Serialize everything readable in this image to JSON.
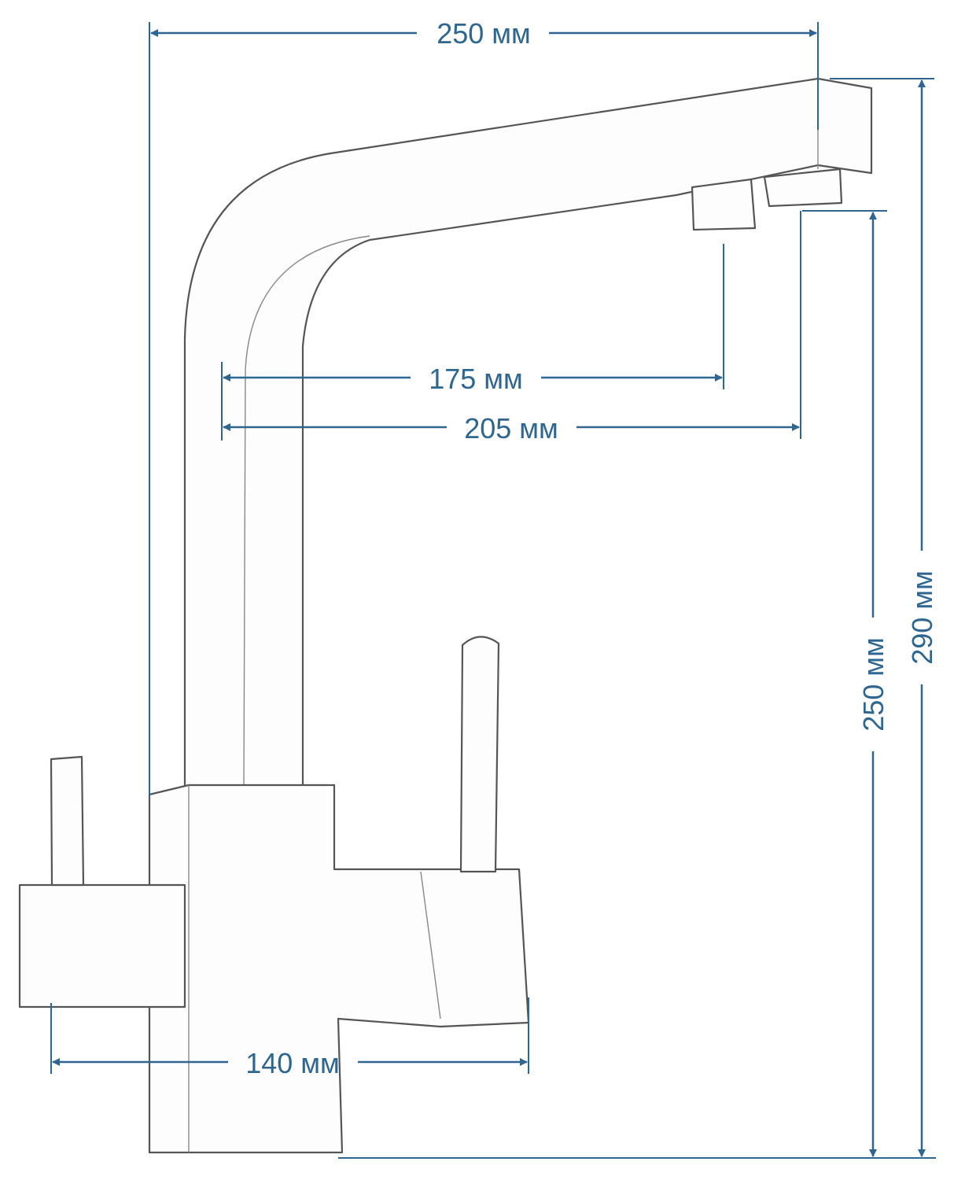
{
  "accent_color": "#2f6690",
  "dimensions": {
    "total_width": "250 мм",
    "spout_reach_inner": "175 мм",
    "spout_reach_outer": "205 мм",
    "base_width": "140 мм",
    "spout_height": "250 мм",
    "total_height": "290 мм"
  }
}
